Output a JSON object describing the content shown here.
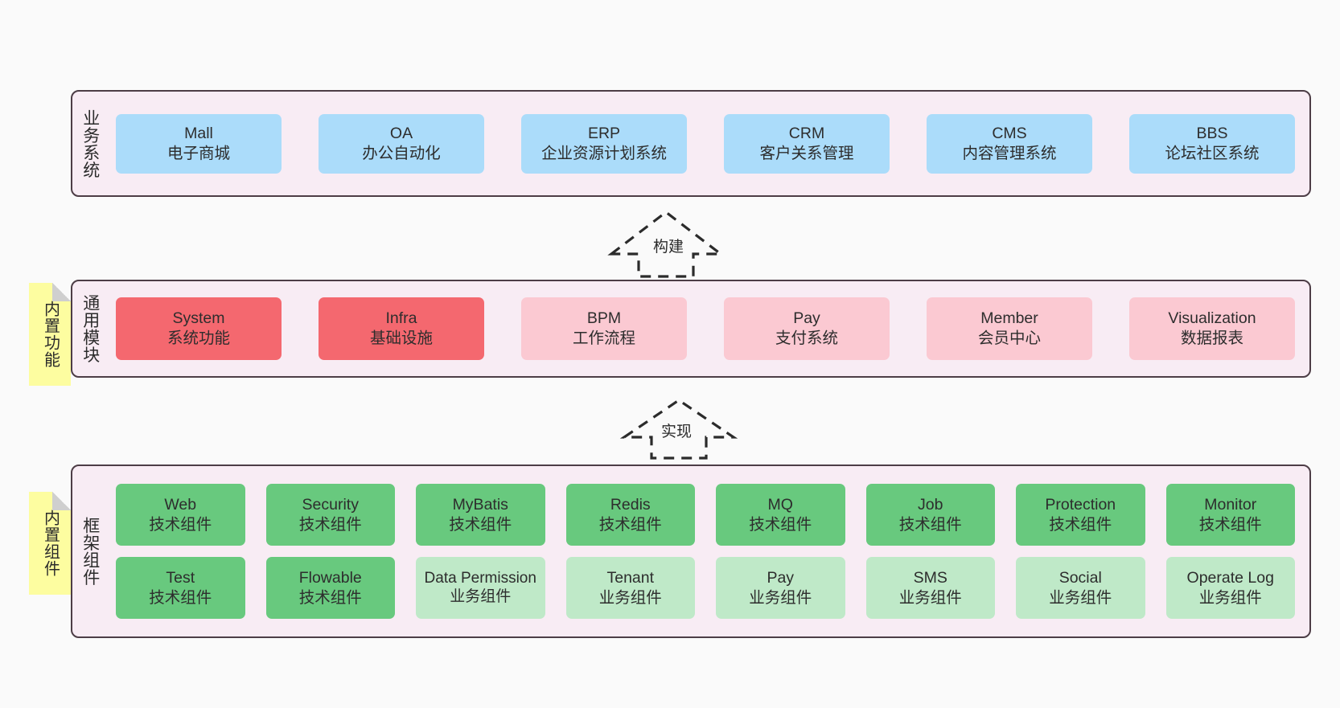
{
  "diagram": {
    "background_color": "#fafafa",
    "band_background": "#f8ecf4",
    "band_border": "#4d3d46"
  },
  "bands": [
    {
      "id": "business",
      "label": "业务系统",
      "card_color": "#abdcfa",
      "cards": [
        {
          "title": "Mall",
          "subtitle": "电子商城"
        },
        {
          "title": "OA",
          "subtitle": "办公自动化"
        },
        {
          "title": "ERP",
          "subtitle": "企业资源计划系统"
        },
        {
          "title": "CRM",
          "subtitle": "客户关系管理"
        },
        {
          "title": "CMS",
          "subtitle": "内容管理系统"
        },
        {
          "title": "BBS",
          "subtitle": "论坛社区系统"
        }
      ]
    },
    {
      "id": "modules",
      "label": "通用模块",
      "sticky": "内置功能",
      "card_color_primary": "#f4686f",
      "card_color_secondary": "#fbc9d2",
      "cards": [
        {
          "title": "System",
          "subtitle": "系统功能",
          "tone": "strong"
        },
        {
          "title": "Infra",
          "subtitle": "基础设施",
          "tone": "strong"
        },
        {
          "title": "BPM",
          "subtitle": "工作流程",
          "tone": "light"
        },
        {
          "title": "Pay",
          "subtitle": "支付系统",
          "tone": "light"
        },
        {
          "title": "Member",
          "subtitle": "会员中心",
          "tone": "light"
        },
        {
          "title": "Visualization",
          "subtitle": "数据报表",
          "tone": "light"
        }
      ]
    },
    {
      "id": "framework",
      "label": "框架组件",
      "sticky": "内置组件",
      "card_color_primary": "#68c97e",
      "card_color_secondary": "#bfe9c8",
      "row1": [
        {
          "title": "Web",
          "subtitle": "技术组件"
        },
        {
          "title": "Security",
          "subtitle": "技术组件"
        },
        {
          "title": "MyBatis",
          "subtitle": "技术组件"
        },
        {
          "title": "Redis",
          "subtitle": "技术组件"
        },
        {
          "title": "MQ",
          "subtitle": "技术组件"
        },
        {
          "title": "Job",
          "subtitle": "技术组件"
        },
        {
          "title": "Protection",
          "subtitle": "技术组件"
        },
        {
          "title": "Monitor",
          "subtitle": "技术组件"
        }
      ],
      "row2": [
        {
          "title": "Test",
          "subtitle": "技术组件",
          "tone": "strong"
        },
        {
          "title": "Flowable",
          "subtitle": "技术组件",
          "tone": "strong"
        },
        {
          "title": "Data Permission",
          "subtitle": "业务组件",
          "tone": "light"
        },
        {
          "title": "Tenant",
          "subtitle": "业务组件",
          "tone": "light"
        },
        {
          "title": "Pay",
          "subtitle": "业务组件",
          "tone": "light"
        },
        {
          "title": "SMS",
          "subtitle": "业务组件",
          "tone": "light"
        },
        {
          "title": "Social",
          "subtitle": "业务组件",
          "tone": "light"
        },
        {
          "title": "Operate Log",
          "subtitle": "业务组件",
          "tone": "light"
        }
      ]
    }
  ],
  "arrows": [
    {
      "id": "build",
      "label": "构建",
      "style": "dashed-hollow-up"
    },
    {
      "id": "implement",
      "label": "实现",
      "style": "dashed-hollow-up"
    }
  ]
}
